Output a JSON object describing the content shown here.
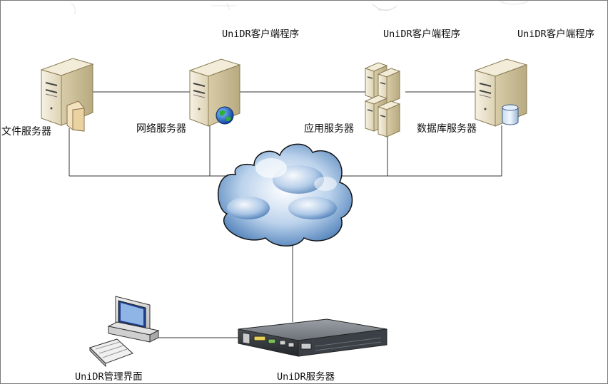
{
  "labels": {
    "client_program_1": "UniDR客户端程序",
    "client_program_2": "UniDR客户端程序",
    "client_program_3": "UniDR客户端程序",
    "file_server": "文件服务器",
    "web_server": "网络服务器",
    "app_server": "应用服务器",
    "db_server": "数据库服务器",
    "admin_ui": "UniDR管理界面",
    "unidr_server": "UniDR服务器"
  },
  "icons": {
    "file_server": "server-tower-with-folder-icon",
    "web_server": "server-tower-with-globe-icon",
    "app_server": "server-cluster-icon",
    "db_server": "server-tower-with-database-icon",
    "network": "cloud-icon",
    "admin": "desktop-computer-icon",
    "unidr_server": "rack-server-icon"
  },
  "colors": {
    "server_body": "#ece3cb",
    "server_side": "#c9bc97",
    "cloud_light": "#e8f1fa",
    "cloud_dark": "#4f7fb8",
    "line": "#333333"
  }
}
